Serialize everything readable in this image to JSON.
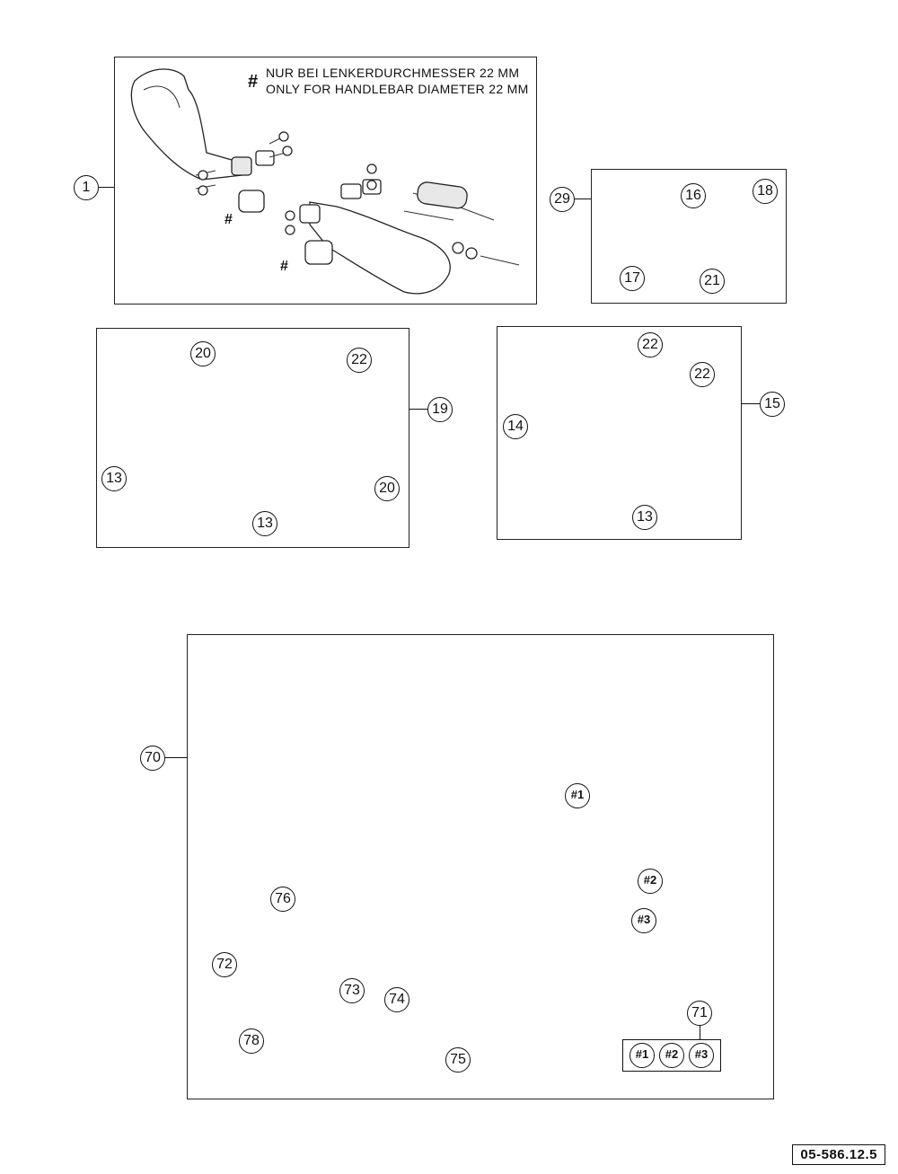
{
  "handguard_box": {
    "note_symbol": "#",
    "note_line1": "NUR BEI LENKERDURCHMESSER 22 MM",
    "note_line2": "ONLY FOR HANDLEBAR DIAMETER 22 MM",
    "callout": "1",
    "hash_marks": [
      "#",
      "#",
      "#"
    ]
  },
  "switch_box": {
    "callouts": [
      "29",
      "16",
      "18",
      "17",
      "21"
    ]
  },
  "skidplate_box_left": {
    "callouts": [
      "20",
      "22",
      "19",
      "13",
      "20",
      "13"
    ]
  },
  "skidplate_box_right": {
    "callouts": [
      "22",
      "22",
      "14",
      "15",
      "13"
    ]
  },
  "seat_box": {
    "callouts": [
      "70",
      "76",
      "72",
      "73",
      "74",
      "78",
      "75",
      "71"
    ],
    "hash_callouts": [
      "#1",
      "#2",
      "#3"
    ],
    "kit_items": [
      "#1",
      "#2",
      "#3"
    ]
  },
  "document_number": "05-586.12.5"
}
